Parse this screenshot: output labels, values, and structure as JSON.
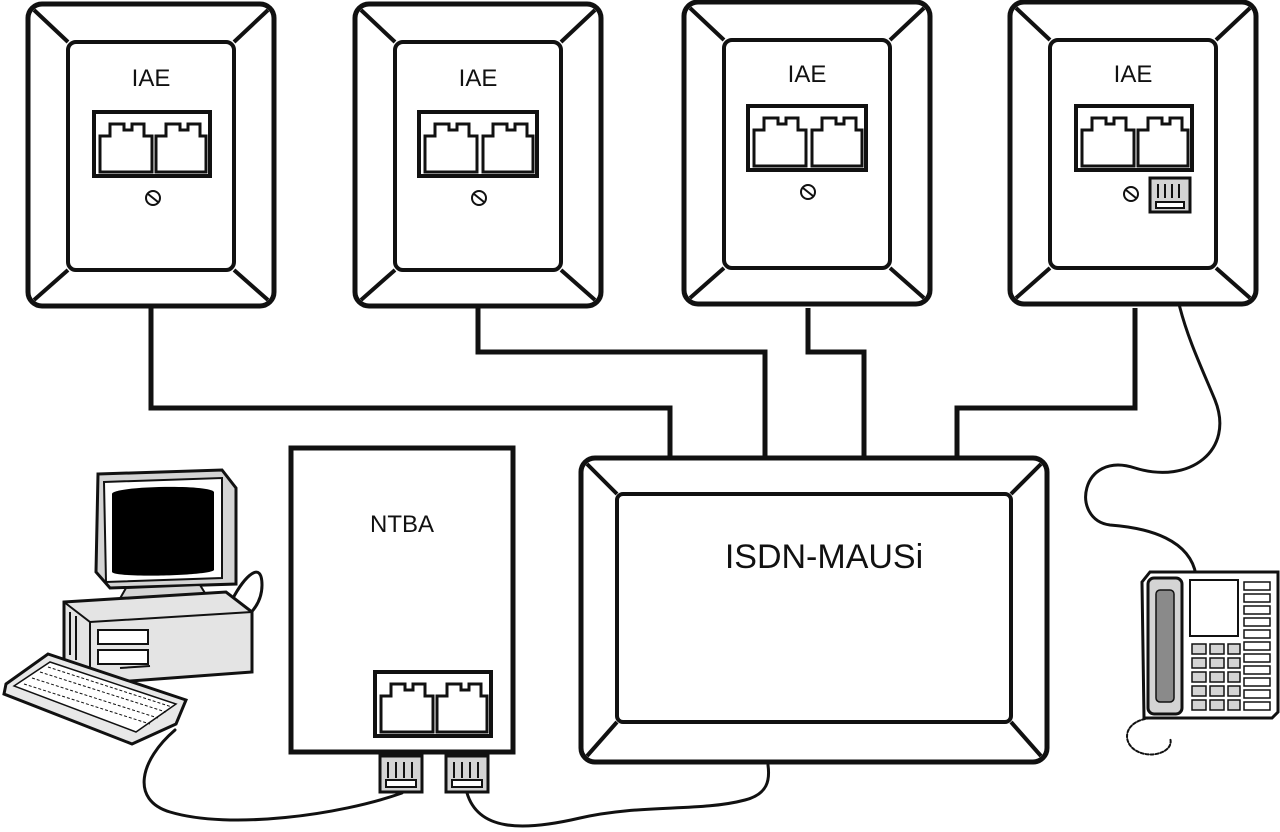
{
  "diagram": {
    "iae_label": "IAE",
    "ntba_label": "NTBA",
    "mausi_label": "ISDN-MAUSi"
  },
  "colors": {
    "line": "#111111",
    "background": "#ffffff",
    "screen": "#000000",
    "device_gray": "#d4d4d4"
  },
  "icons": [
    "computer-icon",
    "telephone-icon",
    "rj45-plug-icon",
    "socket-icon",
    "screw-icon"
  ]
}
